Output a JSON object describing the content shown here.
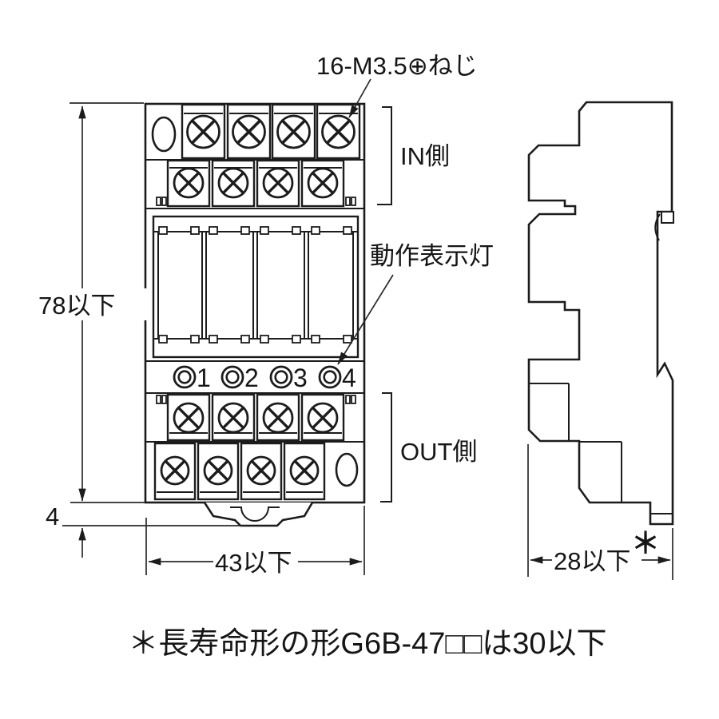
{
  "diagram": {
    "title_context": "relay-terminal-dimension-drawing",
    "labels": {
      "screw_spec": "16-M3.5⊕ねじ",
      "in_side": "IN側",
      "indicator_light": "動作表示灯",
      "out_side": "OUT側",
      "height_dim": "78以下",
      "foot_dim": "4",
      "width_dim": "43以下",
      "depth_dim": "28以下",
      "depth_asterisk": "＊",
      "footnote": "＊長寿命形の形G6B-47□□は30以下"
    },
    "indicator_numbers": [
      "1",
      "2",
      "3",
      "4"
    ],
    "colors": {
      "line": "#1c1c1c",
      "background": "#ffffff"
    }
  }
}
